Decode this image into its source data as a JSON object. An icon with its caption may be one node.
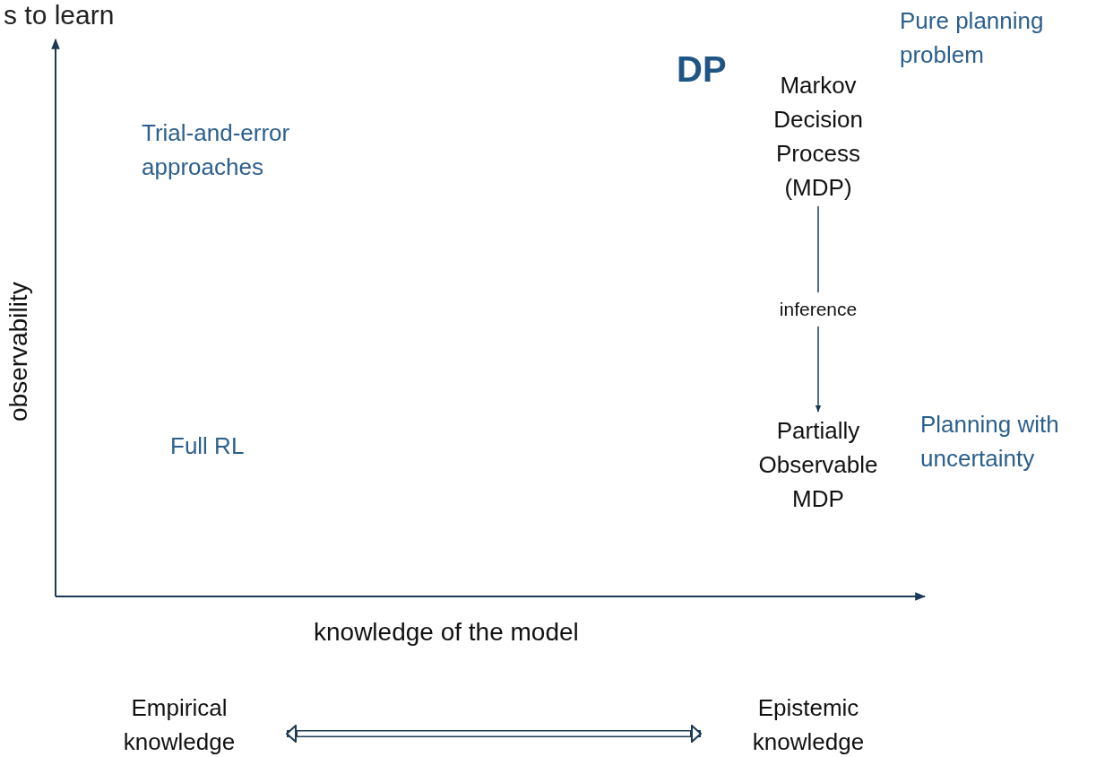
{
  "diagram": {
    "title": "s to learn",
    "nodes": [
      {
        "text": [
          "Markov Decision Process (MDP)"
        ]
      },
      {
        "text": [
          "Partially Observable MDP"
        ]
      },
      {
        "text": [
          "Empirical knowledge"
        ]
      },
      {
        "text": [
          "Epistemic knowledge"
        ]
      }
    ],
    "edges": [
      {
        "from": 0,
        "to": 1,
        "arrow": "to",
        "label": "inference"
      },
      {
        "from": 2,
        "to": 3,
        "arrow": "both",
        "style": "thick"
      }
    ],
    "labels": [
      "Pure planning problem",
      "DP",
      "Trial-and-error approaches",
      "observability",
      "Planning with uncertainty",
      "Full RL",
      "knowledge of the model"
    ]
  }
}
